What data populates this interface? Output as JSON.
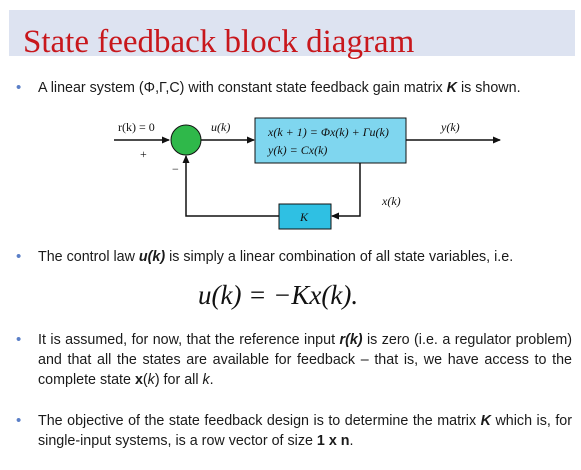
{
  "slide": {
    "title": "State feedback block diagram"
  },
  "bullets": [
    {
      "pre": "A linear system (Φ,Γ,C) with constant state feedback gain matrix ",
      "bold": "K",
      "post": " is shown."
    },
    {
      "pre": "The control law ",
      "bold": "u(k)",
      "post": " is simply a linear combination of all state variables, i.e."
    },
    {
      "pre": "It is assumed, for now, that the reference input ",
      "bold": "r(k)",
      "post": " is zero (i.e. a regulator problem) and that all the states are available for feedback – that is, we have access to the complete state ",
      "bold2": "x",
      "mid2": "(",
      "it2": "k",
      "mid3": ") for all ",
      "it3": "k",
      "post2": "."
    },
    {
      "pre": "The objective of the state feedback design is to determine the matrix ",
      "bold": "K",
      "post": " which is, for single-input systems, is a row vector of size ",
      "bold2": "1 x n",
      "post2": "."
    }
  ],
  "equation": "u(k) = −Kx(k).",
  "diagram": {
    "reference_label": "r(k) = 0",
    "plus_sign": "+",
    "minus_sign": "−",
    "control_label": "u(k)",
    "state_eq_line1": "x(k + 1) = Φx(k) + Γu(k)",
    "state_eq_line2": "y(k) = Cx(k)",
    "output_label": "y(k)",
    "state_label": "x(k)",
    "gain_label": "K",
    "colors": {
      "summer": "#2fb84a",
      "plant": "#7fd6ef",
      "gain": "#2fc0e3"
    }
  }
}
